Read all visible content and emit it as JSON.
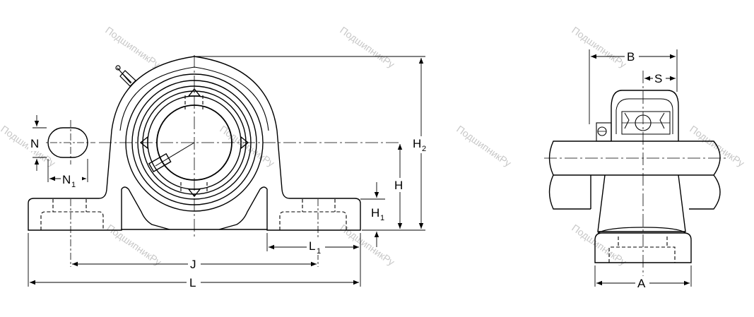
{
  "watermark": "ПодшипникРу",
  "front_view": {
    "labels": {
      "N": "N",
      "N1": "N",
      "N1_sub": "1",
      "H": "H",
      "H1": "H",
      "H1_sub": "1",
      "H2": "H",
      "H2_sub": "2",
      "L1": "L",
      "L1_sub": "1",
      "J": "J",
      "L": "L"
    }
  },
  "side_view": {
    "labels": {
      "B": "B",
      "S": "S",
      "A": "A"
    }
  }
}
